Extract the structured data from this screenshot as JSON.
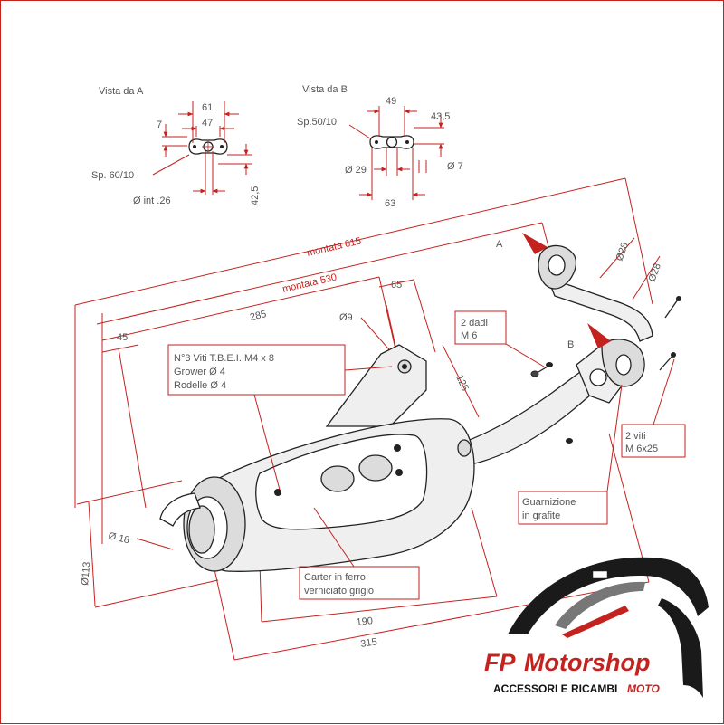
{
  "views": {
    "a_title": "Vista da A",
    "b_title": "Vista da B",
    "a_w1": "61",
    "a_w2": "47",
    "a_h": "7",
    "a_sp": "Sp. 60/10",
    "a_int": "Ø int .26",
    "a_v": "42,5",
    "b_w": "49",
    "b_sp": "Sp.50/10",
    "b_h": "43,5",
    "b_d29": "Ø 29",
    "b_d7": "Ø 7",
    "b_63": "63"
  },
  "dims": {
    "montata615": "montata 615",
    "montata530": "montata 530",
    "d285": "285",
    "d45": "45",
    "d65": "65",
    "d9": "Ø9",
    "d125": "125",
    "d28a": "Ø28",
    "d28b": "Ø28",
    "d18": "Ø 18",
    "d113": "Ø113",
    "d190": "190",
    "d315": "315",
    "label_a": "A",
    "label_b": "B"
  },
  "notes": {
    "screws_l1": "N°3 Viti T.B.E.I. M4 x 8",
    "screws_l2": "Grower Ø 4",
    "screws_l3": "Rodelle Ø 4",
    "nuts_l1": "2 dadi",
    "nuts_l2": "M 6",
    "bolts_l1": "2 viti",
    "bolts_l2": "M 6x25",
    "gasket_l1": "Guarnizione",
    "gasket_l2": "in grafite",
    "carter_l1": "Carter in ferro",
    "carter_l2": "verniciato grigio"
  },
  "logo": {
    "brand_fp": "FP",
    "brand_ms": "Motorshop",
    "tagline_main": "ACCESSORI E RICAMBI",
    "tagline_moto": "MOTO"
  },
  "colors": {
    "dimension": "#c4221f",
    "outline": "#222222",
    "background": "#ffffff"
  }
}
